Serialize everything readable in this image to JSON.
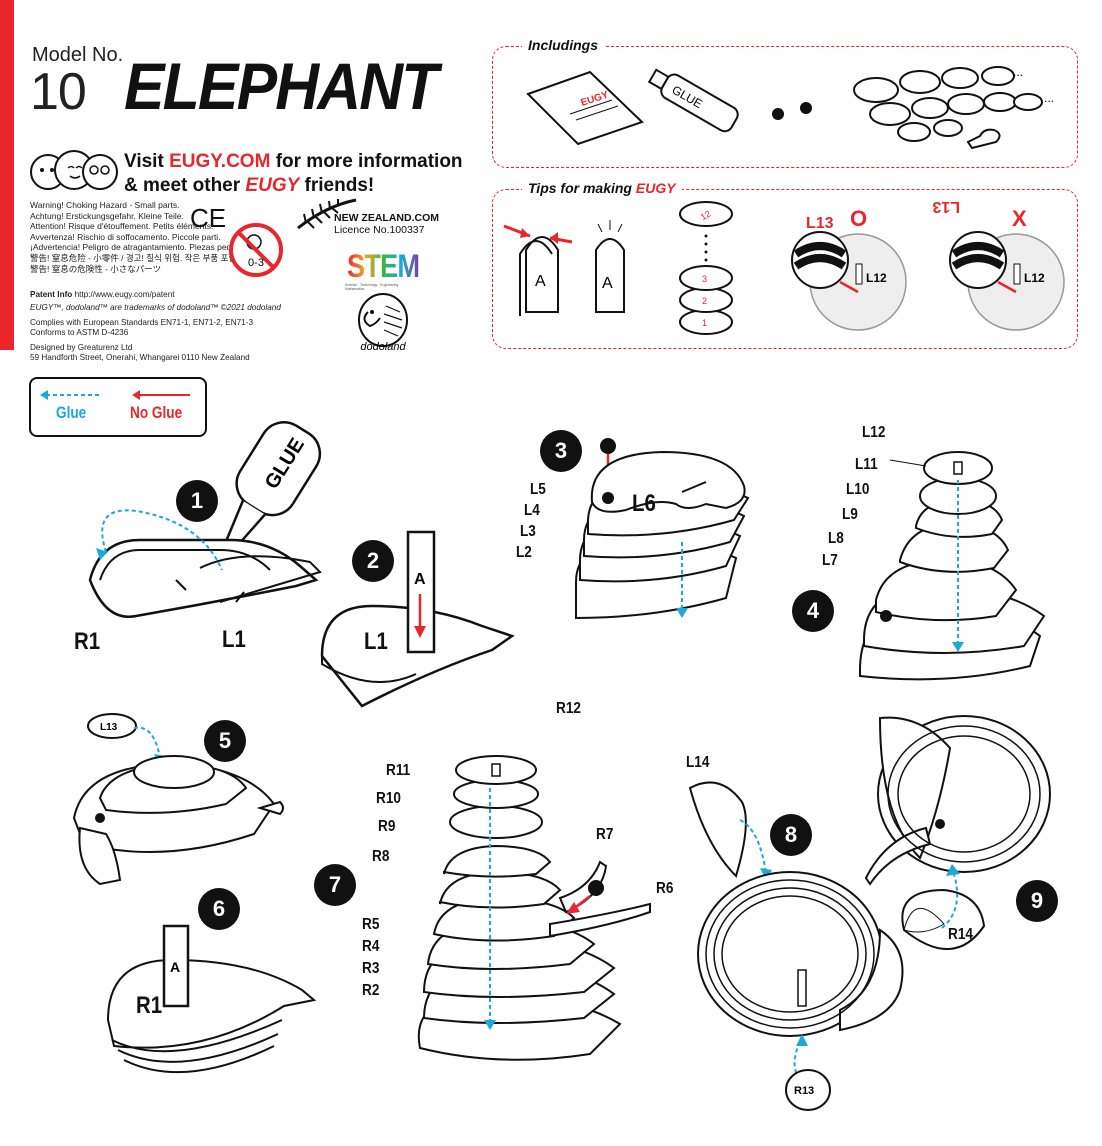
{
  "header": {
    "model_no_label": "Model No.",
    "model_number": "10",
    "model_name": "ELEPHANT"
  },
  "visit": {
    "line1_pre": "Visit ",
    "line1_link": "EUGY.COM",
    "line1_post": " for more information",
    "line2_pre": "& meet other ",
    "line2_brand": "EUGY",
    "line2_post": " friends!"
  },
  "warnings": [
    "Warning! Choking Hazard - Small parts.",
    "Achtung! Erstickungsgefahr. Kleine Teile.",
    "Attention! Risque d'étouffement. Petits éléments.",
    "Avvertenza! Rischio di soffocamento. Piccole parti.",
    "¡Advertencia! Peligro de atragantamiento. Piezas pequeñas.",
    "警告! 窒息危险 - 小零件 / 경고! 질식 위험. 작은 부품 포함",
    "警告! 窒息の危険性 - 小さなパーツ"
  ],
  "ce_mark": "CE",
  "age_label": "0-3",
  "nz": {
    "line1": "NEW ZEALAND.COM",
    "line2": "Licence No.100337"
  },
  "stem": {
    "logo": "STEM",
    "sub": "Science · Technology · Engineering · Mathematics"
  },
  "patent": {
    "label": "Patent Info",
    "url": "http://www.eugy.com/patent",
    "trademark": "EUGY™, dodoland™ are trademarks of dodoland™ ©2021 dodoland",
    "complies1": "Complies with European Standards EN71-1, EN71-2, EN71-3",
    "complies2": "Conforms to ASTM D-4236",
    "designed1": "Designed by Greaturenz Ltd",
    "designed2": "59 Handforth Street, Onerahi, Whangarei 0110 New Zealand"
  },
  "dodoland_logo": "dodoland",
  "includings": {
    "title": "Includings",
    "glue_label": "GLUE",
    "booklet_brand": "EUGY",
    "ellipsis": "..."
  },
  "tips": {
    "title_pre": "Tips for making ",
    "title_brand": "EUGY",
    "card_letter": "A",
    "stack_top": "12",
    "stack_labels": [
      "3",
      "2",
      "1"
    ],
    "correct_label": "L13",
    "correct_mark": "O",
    "wrong_label": "L13",
    "wrong_mark": "X",
    "target_label": "L12"
  },
  "legend": {
    "glue": "Glue",
    "no_glue": "No Glue"
  },
  "colors": {
    "red": "#e8262c",
    "glue_blue": "#1ba9d8",
    "black": "#111111"
  },
  "steps": {
    "s1": {
      "num": "1",
      "glue": "GLUE",
      "parts": [
        "R1",
        "L1"
      ]
    },
    "s2": {
      "num": "2",
      "parts": [
        "L1"
      ],
      "card": "A"
    },
    "s3": {
      "num": "3",
      "parts": [
        "L5",
        "L4",
        "L3",
        "L2",
        "L6"
      ]
    },
    "s4": {
      "num": "4",
      "parts": [
        "L12",
        "L11",
        "L10",
        "L9",
        "L8",
        "L7"
      ]
    },
    "s5": {
      "num": "5",
      "parts": [
        "L13"
      ]
    },
    "s6": {
      "num": "6",
      "parts": [
        "R1"
      ],
      "card": "A"
    },
    "s7": {
      "num": "7",
      "parts": [
        "R12",
        "R11",
        "R10",
        "R9",
        "R8",
        "R7",
        "R6",
        "R5",
        "R4",
        "R3",
        "R2"
      ]
    },
    "s8": {
      "num": "8",
      "parts": [
        "L14",
        "R13"
      ]
    },
    "s9": {
      "num": "9",
      "parts": [
        "R14"
      ]
    }
  }
}
